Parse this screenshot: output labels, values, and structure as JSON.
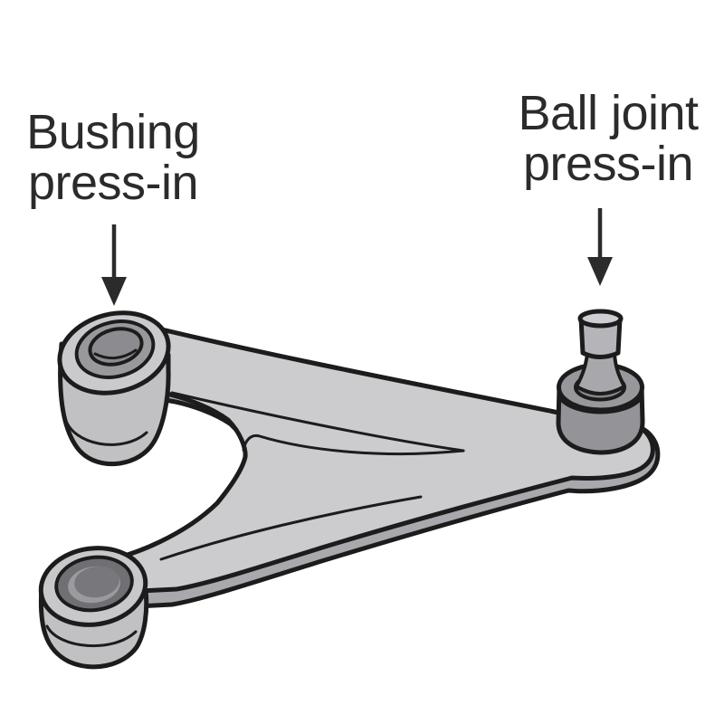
{
  "labels": {
    "bushing": {
      "line1": "Bushing",
      "line2": "press-in"
    },
    "ball_joint": {
      "line1": "Ball joint",
      "line2": "press-in"
    }
  },
  "colors": {
    "background": "#ffffff",
    "outline": "#1c1c1c",
    "text": "#2b2b2b",
    "arm_top_face": "#cccccf",
    "arm_side_face": "#a9a9ad",
    "bushing_barrel": "#c1c1c4",
    "bushing_face": "#cacace",
    "bushing_ring": "#99999d",
    "bushing_bore": "#8c8c90",
    "lower_bushing_face": "#c8c8cb",
    "rubber_ring": "#6f6f74",
    "rubber_highlight": "#9b9b9f",
    "rubber_core": "#78787c",
    "housing_body": "#949498",
    "housing_top": "#98989c",
    "collar": "#86868a",
    "stud_body": "#b5b5b9",
    "stud_neck": "#a8a8ac",
    "stud_top": "#cfcfd3"
  }
}
